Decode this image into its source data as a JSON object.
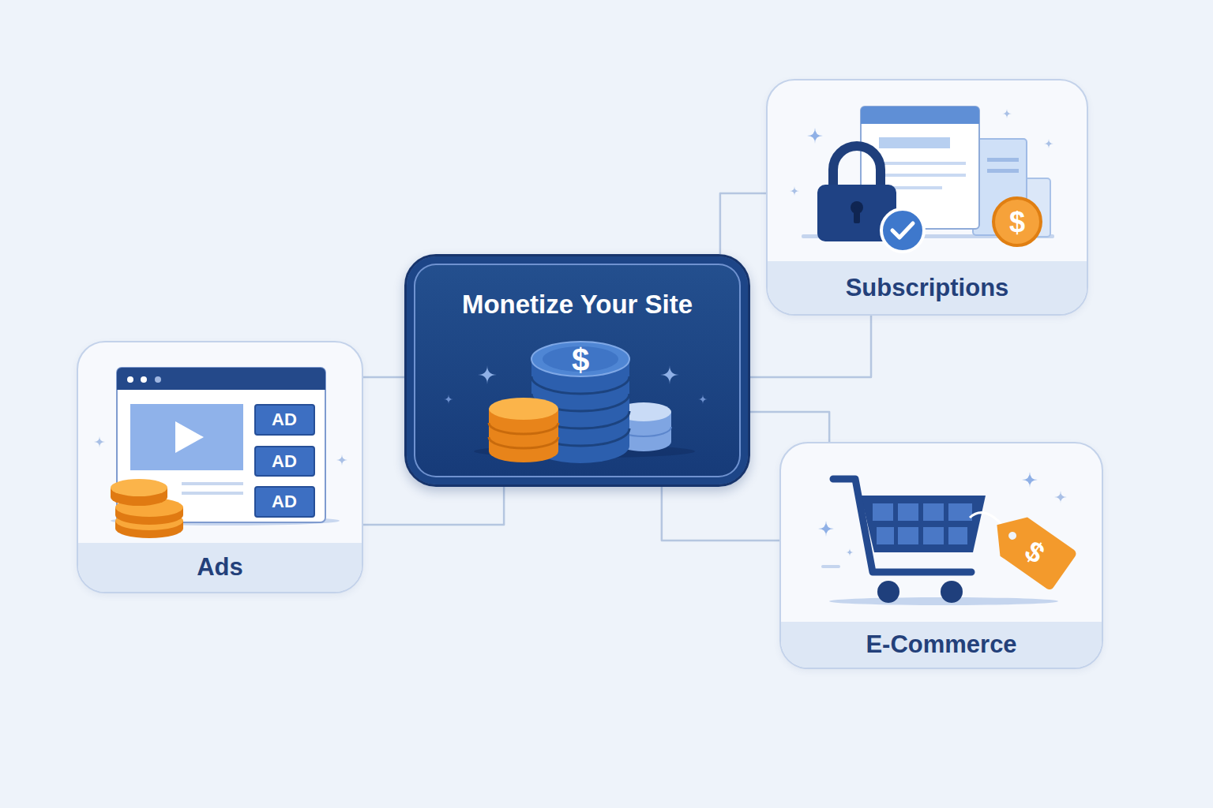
{
  "diagram": {
    "nodes": [
      {
        "text": [
          "Monetize Your Site"
        ]
      },
      {
        "text": [
          "Ads"
        ]
      },
      {
        "text": [
          "Subscriptions"
        ]
      },
      {
        "text": [
          "E-Commerce"
        ]
      }
    ],
    "edges": [
      {
        "from": 0,
        "to": 1,
        "arrow": "none"
      },
      {
        "from": 0,
        "to": 1,
        "arrow": "none"
      },
      {
        "from": 0,
        "to": 2,
        "arrow": "none"
      },
      {
        "from": 0,
        "to": 2,
        "arrow": "none"
      },
      {
        "from": 0,
        "to": 3,
        "arrow": "none"
      },
      {
        "from": 0,
        "to": 3,
        "arrow": "none"
      }
    ],
    "labels": [
      "$",
      "$",
      "AD",
      "AD",
      "AD",
      "$"
    ]
  }
}
